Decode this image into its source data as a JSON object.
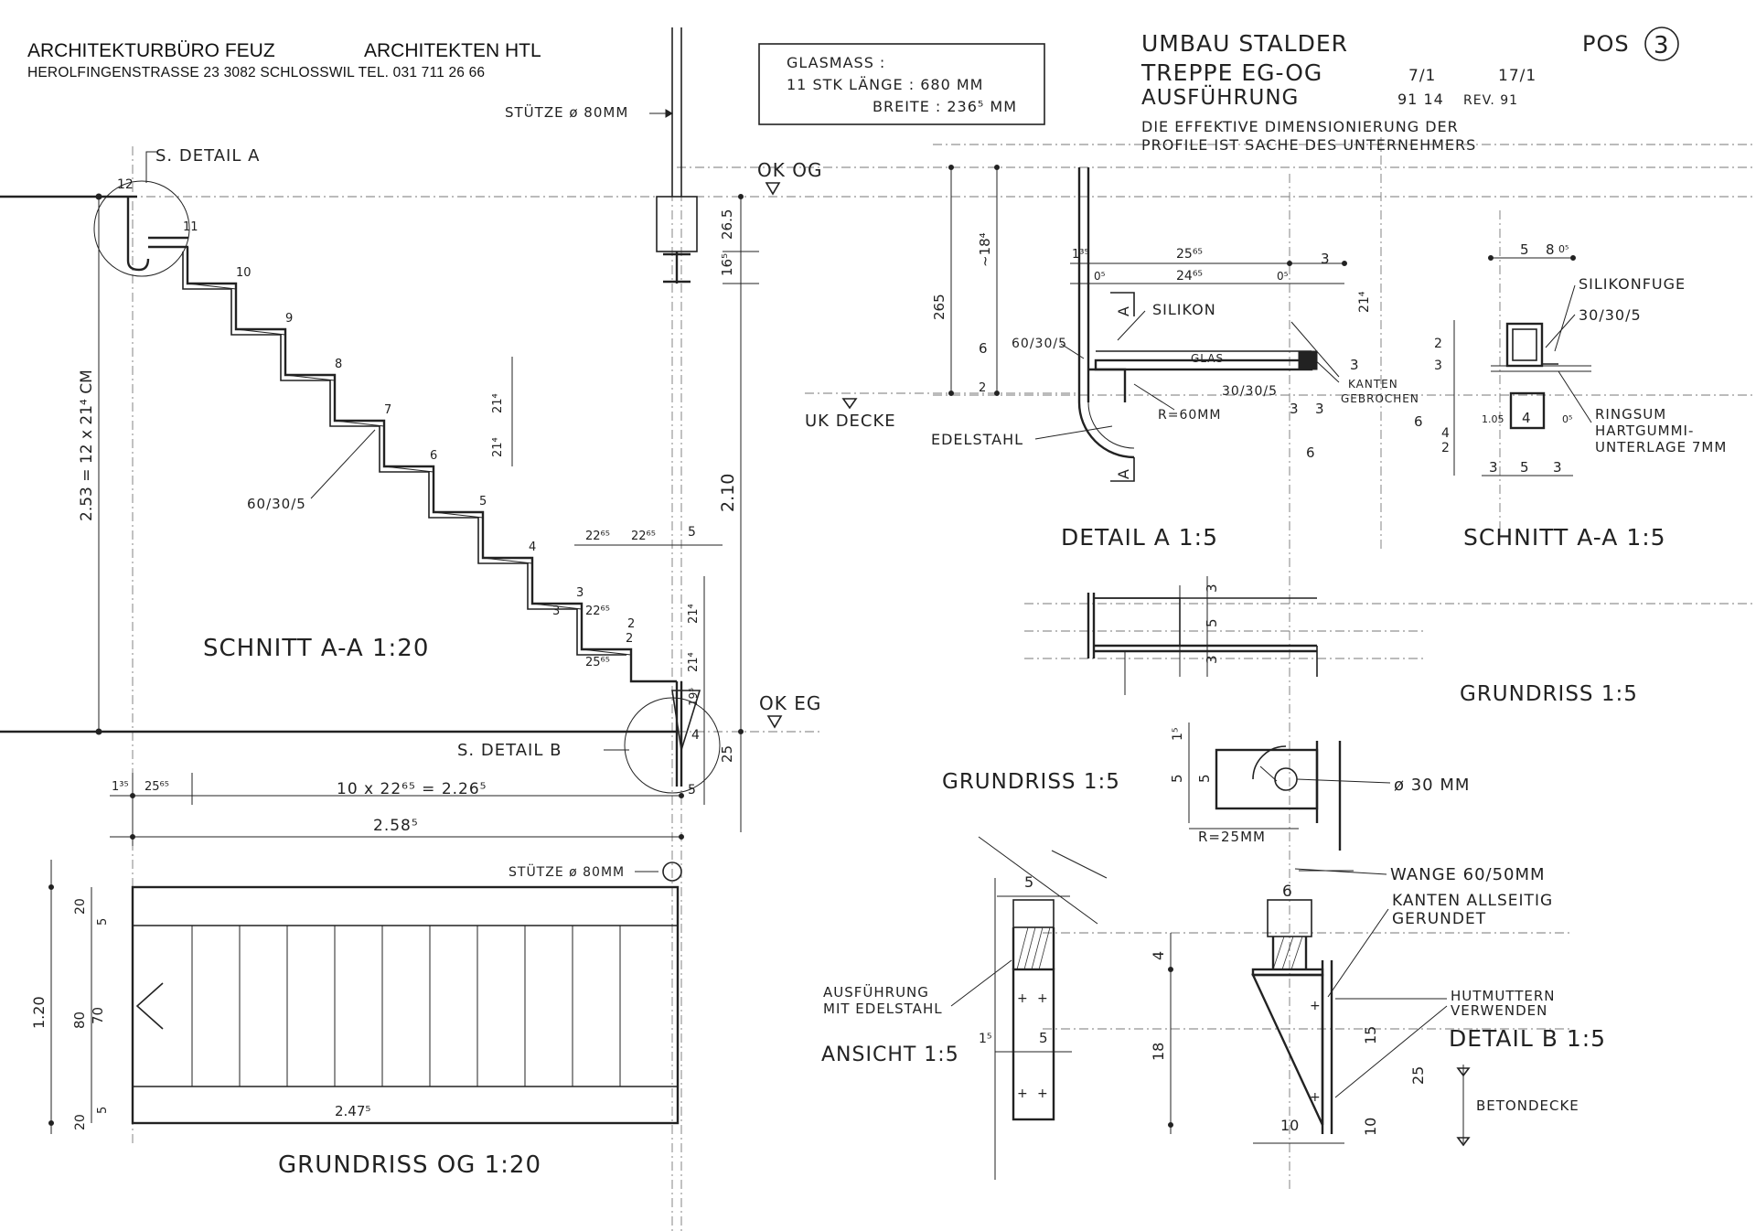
{
  "header": {
    "office": "ARCHITEKTURBÜRO FEUZ",
    "title2": "ARCHITEKTEN HTL",
    "address": "HEROLFINGENSTRASSE 23 3082 SCHLOSSWIL TEL. 031 711 26 66"
  },
  "titleblock": {
    "project": "UMBAU STALDER",
    "subject": "TREPPE EG-OG",
    "stage": "AUSFÜHRUNG",
    "pos_label": "POS",
    "pos_no": "3",
    "sheet_a": "7/1",
    "sheet_b": "17/1",
    "date": "91 14",
    "rev": "REV. 91",
    "note1": "DIE EFFEKTIVE DIMENSIONIERUNG DER",
    "note2": "PROFILE IST SACHE DES UNTERNEHMERS"
  },
  "glass": {
    "line1": "GLASMASS :",
    "line2": "11 STK   LÄNGE : 680 MM",
    "line3": "BREITE : 236⁵ MM"
  },
  "section": {
    "title": "SCHNITT A-A 1:20",
    "detail_a_ref": "S. DETAIL A",
    "detail_b_ref": "S. DETAIL B",
    "column_top": "STÜTZE ø 80MM",
    "column_bottom": "STÜTZE ø 80MM",
    "ok_og": "OK OG",
    "ok_eg": "OK EG",
    "profile": "60/30/5",
    "height_total": "2.53 = 12 x 21⁴ CM",
    "height_210": "2.10",
    "run": "10 x 22⁶⁵ = 2.26⁵",
    "run_total": "2.58⁵",
    "d135": "1³⁵",
    "d2565": "25⁶⁵",
    "d265": "26.5",
    "d165": "16⁵",
    "d2214": "21⁴",
    "d2265": "22⁶⁵",
    "d25": "25",
    "d5": "5",
    "d4": "4",
    "d3": "3",
    "d2": "2",
    "d195": "19⁵",
    "step_numbers": [
      "12",
      "11",
      "10",
      "9",
      "8",
      "7",
      "6",
      "5",
      "4",
      "3",
      "2"
    ]
  },
  "plan": {
    "title": "GRUNDRISS OG 1:20",
    "width": "1.20",
    "inner": "80",
    "inner2": "70",
    "d20a": "20",
    "d5a": "5",
    "d20b": "20",
    "d5b": "5",
    "length": "2.47⁵"
  },
  "detailA": {
    "title": "DETAIL A 1:5",
    "silikon": "SILIKON",
    "profile1": "60/30/5",
    "profile2": "30/30/5",
    "glas": "GLAS",
    "kanten": "KANTEN",
    "gebrochen": "GEBROCHEN",
    "edelstahl": "EDELSTAHL",
    "radius": "R=60MM",
    "uk_decke": "UK DECKE",
    "cut": "A",
    "d265": "265",
    "d184": "~18⁴",
    "d135": "1³⁵",
    "d2565": "25⁶⁵",
    "d2465": "24⁶⁵",
    "d05": "0⁵",
    "d3": "3",
    "d214": "21⁴",
    "d6": "6",
    "d2": "2"
  },
  "sectionAA": {
    "title": "SCHNITT A-A 1:5",
    "silikonfuge": "SILIKONFUGE",
    "profile": "30/30/5",
    "ringsum": "RINGSUM",
    "hartgummi": "HARTGUMMI-",
    "unterlage": "UNTERLAGE 7MM",
    "d5": "5",
    "d8": "8",
    "d05": "0⁵",
    "d105": "1.05",
    "d4": "4",
    "d3": "3",
    "d6": "6",
    "d2": "2"
  },
  "grundrissA": {
    "title": "GRUNDRISS 1:5",
    "d3": "3",
    "d5": "5"
  },
  "grundrissB": {
    "title": "GRUNDRISS 1:5",
    "dia": "ø 30 MM",
    "radius": "R=25MM",
    "d15": "1⁵",
    "d5": "5",
    "d5b": "5"
  },
  "ansicht": {
    "title": "ANSICHT 1:5",
    "note1": "AUSFÜHRUNG",
    "note2": "MIT EDELSTAHL",
    "d5": "5",
    "d15": "1⁵",
    "d5b": "5"
  },
  "detailB": {
    "title": "DETAIL B 1:5",
    "wange": "WANGE 60/50MM",
    "kanten1": "KANTEN ALLSEITIG",
    "kanten2": "GERUNDET",
    "hut1": "HUTMUTTERN",
    "hut2": "VERWENDEN",
    "betondecke": "BETONDECKE",
    "d6": "6",
    "d4": "4",
    "d18": "18",
    "d15": "15",
    "d25": "25",
    "d10a": "10",
    "d10b": "10"
  }
}
